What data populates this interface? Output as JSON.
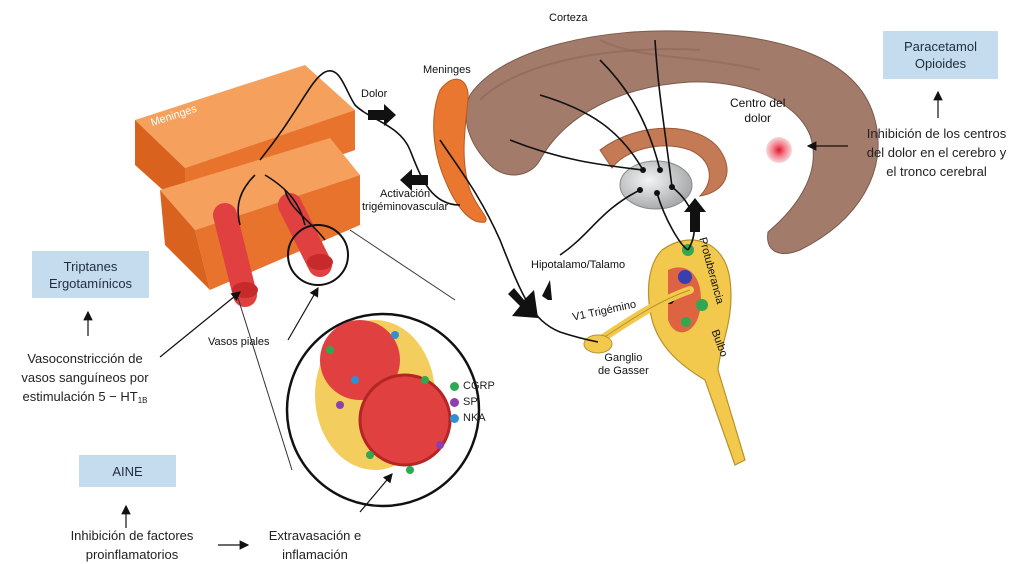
{
  "treatments": {
    "paracetamol": [
      "Paracetamol",
      "Opioides"
    ],
    "triptanes": [
      "Triptanes",
      "Ergotamínicos"
    ],
    "aine": "AINE"
  },
  "mechanisms": {
    "central": [
      "Inhibición de los centros",
      "del dolor en el cerebro y",
      "el tronco cerebral"
    ],
    "vasoconstriction": [
      "Vasoconstricción de",
      "vasos sanguíneos por",
      "estimulación 5 − HT"
    ],
    "vasoconstriction_sub": "1B",
    "inflammatory": [
      "Inhibición de factores",
      "proinflamatorios"
    ],
    "extravasation": [
      "Extravasación e",
      "inflamación"
    ]
  },
  "anatomy": {
    "corteza": "Corteza",
    "meninges_block": "Meninges",
    "meninges_small": "Meninges",
    "dolor": "Dolor",
    "activacion": [
      "Activación",
      "trigéminovascular"
    ],
    "centro_dolor": [
      "Centro del",
      "dolor"
    ],
    "hipotalamo": "Hipotalamo/Talamo",
    "protuberancia": "Protuberancia",
    "bulbo": "Bulbo",
    "v1": "V1 Trigémino",
    "ganglio": [
      "Ganglio",
      "de Gasser"
    ],
    "vasos": "Vasos piales"
  },
  "legend": [
    {
      "label": "CGRP",
      "color": "#2fa84f"
    },
    {
      "label": "SP",
      "color": "#8e3fae"
    },
    {
      "label": "NKA",
      "color": "#2f8fd0"
    }
  ],
  "colors": {
    "box": "#c5dcef",
    "meninges": "#f08a3c",
    "brain": "#a37b6a",
    "vessel": "#e04040",
    "nerve": "#f2c94c"
  }
}
